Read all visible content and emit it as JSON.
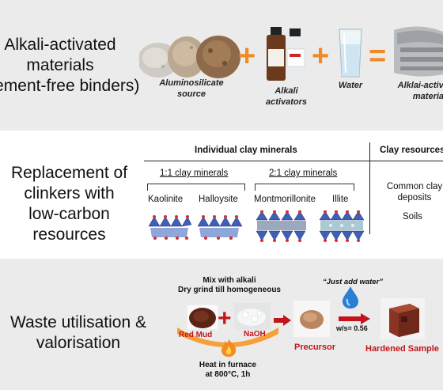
{
  "colors": {
    "accent_orange": "#f08a24",
    "accent_red": "#c0161b",
    "band_gray": "#ebebeb"
  },
  "row1": {
    "title_line1": "Alkali-activated",
    "title_line2": "materials",
    "title_line3": "(cement-free binders)",
    "item1": "Aluminosilicate source",
    "item2": "Alkali activators",
    "item3": "Water",
    "item4": "Alklai-activated material",
    "op_plus": "+",
    "op_equals": "="
  },
  "row2": {
    "title_line1": "Replacement of",
    "title_line2": "clinkers with",
    "title_line3": "low-carbon",
    "title_line4": "resources",
    "table_header_left": "Individual clay minerals",
    "table_header_right": "Clay resources",
    "group1": "1:1 clay minerals",
    "group2": "2:1 clay minerals",
    "mineral1": "Kaolinite",
    "mineral2": "Halloysite",
    "mineral3": "Montmorillonite",
    "mineral4": "Illite",
    "resource1_line1": "Common clay",
    "resource1_line2": "deposits",
    "resource2": "Soils"
  },
  "row3": {
    "title_line1": "Waste utilisation &",
    "title_line2": "valorisation",
    "mix_line1": "Mix with alkali",
    "mix_line2": "Dry grind till homogeneous",
    "red_mud": "Red Mud",
    "naoh": "NaOH",
    "heat_line1": "Heat in furnace",
    "heat_line2": "at 800°C, 1h",
    "precursor": "Precursor",
    "just_add_water": "“Just add water”",
    "ws_ratio": "w/s= 0.56",
    "hardened": "Hardened Sample"
  }
}
